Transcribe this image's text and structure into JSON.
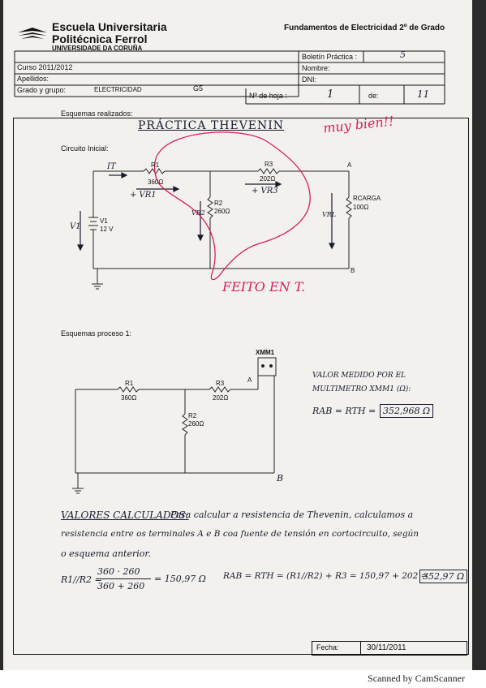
{
  "header": {
    "school_line1": "Escuela Universitaria",
    "school_line2": "Politécnica Ferrol",
    "school_line3": "UNIVERSIDADE DA CORUÑA",
    "course_title": "Fundamentos de Electricidad 2º de Grado"
  },
  "info_table": {
    "curso": "Curso 2011/2012",
    "apellidos_label": "Apellidos:",
    "grado_label": "Grado y grupo:",
    "grado_value": "ELECTRICIDAD",
    "grupo_value": "G5",
    "boletin_label": "Boletín Práctica :",
    "boletin_value": "5",
    "nombre_label": "Nombre:",
    "dni_label": "DNI:",
    "hoja_label": "Nº de hoja :",
    "hoja_value": "1",
    "de_label": "de:",
    "de_value": "11"
  },
  "section1": {
    "label": "Esquemas realizados:",
    "title": "PRÁCTICA THEVENIN",
    "praise": "muy bien!!",
    "circuit_label": "Circuito Inicial:",
    "red_note": "FEITO EN T.",
    "components": {
      "r1": "R1",
      "r1_val": "360Ω",
      "r2": "R2",
      "r2_val": "260Ω",
      "r3": "R3",
      "r3_val": "202Ω",
      "rl": "RCARGA",
      "rl_val": "100Ω",
      "v1": "V1",
      "v1_val": "12 V",
      "it": "IT",
      "vr1": "+ VR1",
      "vr3": "+ VR3",
      "vr2": "VR2",
      "vrl": "VRL",
      "v1_hand": "V1",
      "node_a": "A",
      "node_b": "B"
    }
  },
  "section2": {
    "label": "Esquemas proceso 1:",
    "xmm": "XMM1",
    "components": {
      "r1": "R1",
      "r1_val": "360Ω",
      "r2": "R2",
      "r2_val": "260Ω",
      "r3": "R3",
      "r3_val": "202Ω",
      "node_a": "A",
      "node_b": "B"
    },
    "measured_line1": "VALOR MEDIDO POR EL",
    "measured_line2": "MULTIMETRO XMM1 (Ω):",
    "measured_eq": "RAB = RTH =",
    "measured_value": "352,968 Ω"
  },
  "calc": {
    "heading": "VALORES CALCULADOS:",
    "line1": "Para calcular a resistencia de Thevenin, calculamos a",
    "line2": "resistencia entre os terminales A e B coa fuente de tensión en cortocircuito, según",
    "line3": "o esquema anterior.",
    "parallel_label": "R1//R2 =",
    "numerator": "360 · 260",
    "denominator": "360 + 260",
    "parallel_result": "= 150,97 Ω",
    "rab_eq": "RAB = RTH = (R1//R2) + R3 = 150,97 + 202 =",
    "rab_value": "352,97 Ω"
  },
  "footer": {
    "fecha_label": "Fecha:",
    "fecha_value": "30/11/2011",
    "scanned": "Scanned by CamScanner"
  }
}
